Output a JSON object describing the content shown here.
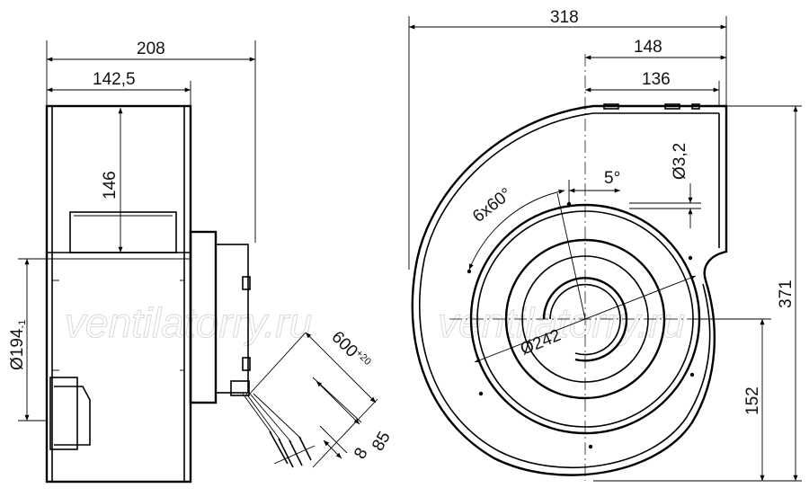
{
  "watermark": "ventilatorry.ru",
  "side_view": {
    "dim_overall_width": "208",
    "dim_inlet_width": "142,5",
    "dim_outlet_height": "146",
    "dim_diameter": "Ø194",
    "dim_diameter_tol": "-1",
    "dim_cable_length": "600",
    "dim_cable_tol": "+20",
    "dim_85": "85",
    "dim_8": "8"
  },
  "front_view": {
    "dim_overall_width": "318",
    "dim_148": "148",
    "dim_136": "136",
    "dim_hole": "Ø3,2",
    "dim_angle_5": "5°",
    "dim_holes_pattern": "6x60°",
    "dim_impeller_diameter": "Ø242",
    "dim_height": "371",
    "dim_152": "152"
  }
}
